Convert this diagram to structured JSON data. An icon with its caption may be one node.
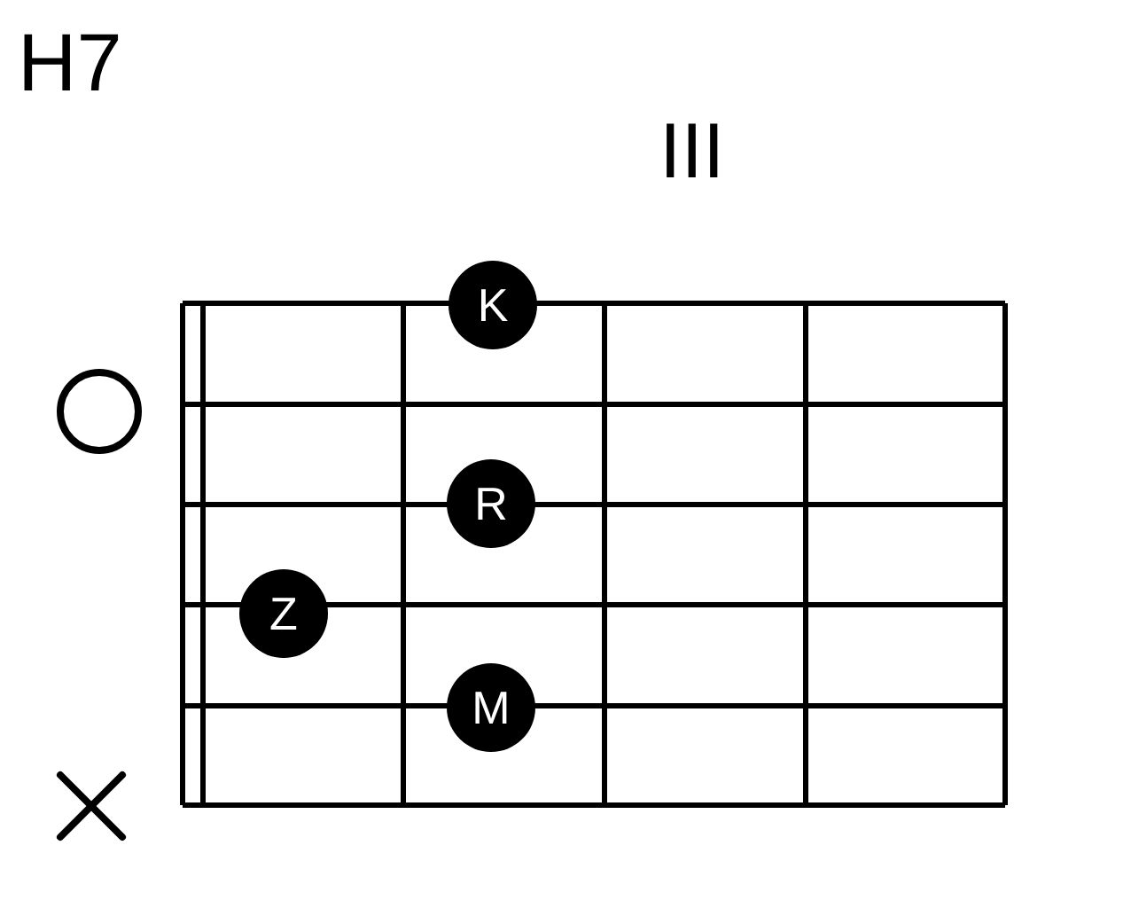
{
  "diagram": {
    "title": "H7",
    "nodes": [
      {
        "text": [
          "K"
        ]
      },
      {
        "text": [
          "R"
        ]
      },
      {
        "text": [
          "Z"
        ]
      },
      {
        "text": [
          "M"
        ]
      }
    ],
    "labels": [
      "III"
    ]
  }
}
